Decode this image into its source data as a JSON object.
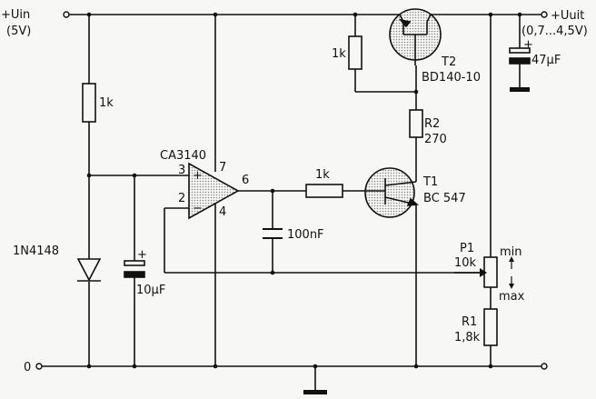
{
  "labels": {
    "uin": "+Uin",
    "uin_value": "(5V)",
    "uout": "+Uuit",
    "uout_range": "(0,7...4,5V)",
    "ground": "0",
    "r_top_left": "1k",
    "r_t2_base": "1k",
    "r_base_t1": "1k",
    "diode": "1N4148",
    "c_left_plus": "+",
    "c_left": "10µF",
    "c_mid": "100nF",
    "c_out_plus": "+",
    "c_out": "47µF",
    "opamp": "CA3140",
    "pin3": "3",
    "pin2": "2",
    "pin7": "7",
    "pin4": "4",
    "pin6": "6",
    "plus_in": "+",
    "minus_in": "−",
    "t2_name": "T2",
    "t2_type": "BD140-10",
    "t1_name": "T1",
    "t1_type": "BC 547",
    "r2_name": "R2",
    "r2_value": "270",
    "p1_name": "P1",
    "p1_value": "10k",
    "p1_min": "min",
    "p1_max": "max",
    "r1_name": "R1",
    "r1_value": "1,8k"
  },
  "colors": {
    "ink": "#111111",
    "transistor_fill": "#c9c9c9",
    "paper": "#f7f7f5"
  }
}
